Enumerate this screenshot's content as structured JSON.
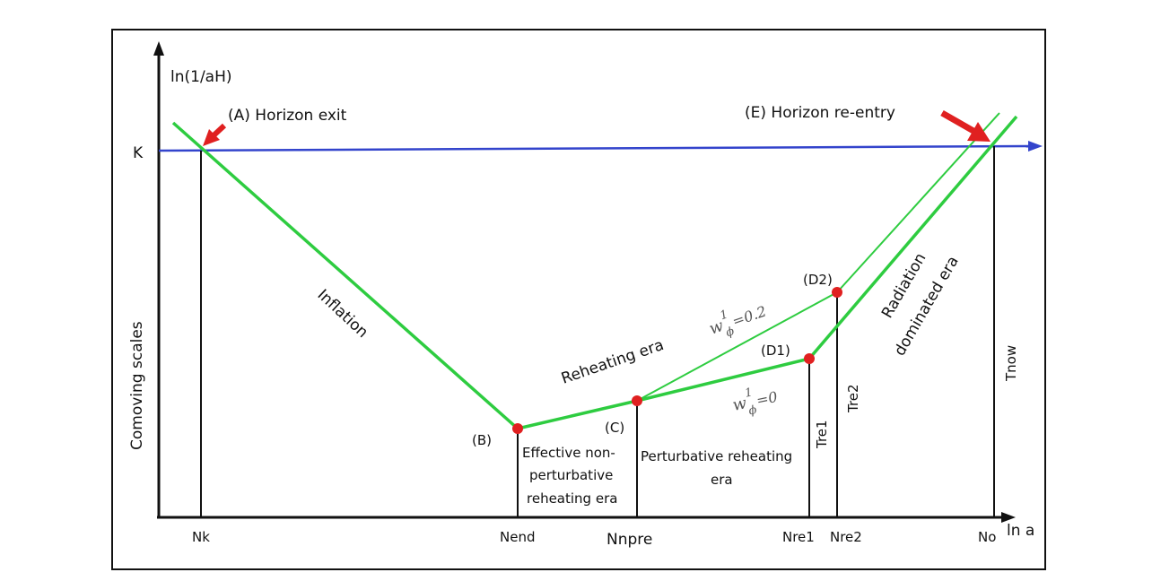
{
  "axis": {
    "y_label": "ln(1/aH)",
    "x_label": "ln a",
    "side_label": "Comoving scales",
    "k_label": "K"
  },
  "x_ticks": {
    "nk": "Nk",
    "nend": "Nend",
    "nnpre": "Nnpre",
    "nre1": "Nre1",
    "nre2": "Nre2",
    "no": "No"
  },
  "points": {
    "a": "(A) Horizon exit",
    "b": "(B)",
    "c": "(C)",
    "d1": "(D1)",
    "d2": "(D2)",
    "e": "(E) Horizon re-entry"
  },
  "eras": {
    "inflation": "Inflation",
    "reheating": "Reheating era",
    "np_line1": "Effective non-",
    "np_line2": "perturbative",
    "np_line3": "reheating era",
    "pert_line1": "Perturbative reheating",
    "pert_line2": "era",
    "rad_line1": "Radiation",
    "rad_line2": "dominated era"
  },
  "temps": {
    "tre1": "Tre1",
    "tre2": "Tre2",
    "tnow": "Tnow"
  },
  "eos": {
    "w02": "w",
    "w02_sup": "1",
    "w02_sub": "ϕ",
    "w02_val": "=0.2",
    "w0": "w",
    "w0_sup": "1",
    "w0_sub": "ϕ",
    "w0_val": "=0"
  },
  "colors": {
    "green": "#2ecc40",
    "blue": "#3344cc",
    "red": "#e02020",
    "black": "#111111"
  }
}
